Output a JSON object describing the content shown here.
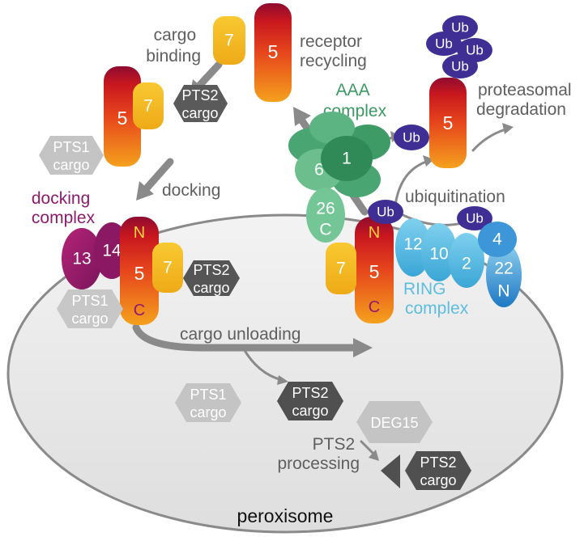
{
  "labels": {
    "cargo_binding": [
      "cargo",
      "binding"
    ],
    "receptor_recycling": [
      "receptor",
      "recycling"
    ],
    "aaa_complex": [
      "AAA",
      "complex"
    ],
    "proteasomal_degradation": [
      "proteasomal",
      "degradation"
    ],
    "docking": "docking",
    "docking_complex": [
      "docking",
      "complex"
    ],
    "ubiquitination": "ubiquitination",
    "ring_complex": [
      "RING",
      "complex"
    ],
    "cargo_unloading": "cargo unloading",
    "pts2_processing": [
      "PTS2",
      "processing"
    ],
    "peroxisome": "peroxisome"
  },
  "proteins": {
    "pex5": "5",
    "pex7": "7",
    "pex13": "13",
    "pex14": "14",
    "pex1": "1",
    "pex6": "6",
    "pex26": "26",
    "pex12": "12",
    "pex10": "10",
    "pex2": "2",
    "pex4": "4",
    "pex22": "22",
    "deg15": "DEG15",
    "ub": "Ub",
    "n_term": "N",
    "c_term": "C"
  },
  "cargo": {
    "pts1": [
      "PTS1",
      "cargo"
    ],
    "pts2": [
      "PTS2",
      "cargo"
    ]
  },
  "colors": {
    "pex5_top": "#9c0b32",
    "pex5_mid": "#e2361c",
    "pex5_bottom": "#f39a1c",
    "pex7": "#f6bb22",
    "docking": "#9a1e6e",
    "aaa": "#3b9a68",
    "ring": "#55bde2",
    "ub": "#3f2f95",
    "pts2": "#555555",
    "pts1": "#c3c3c3",
    "membrane": "#ececec"
  }
}
